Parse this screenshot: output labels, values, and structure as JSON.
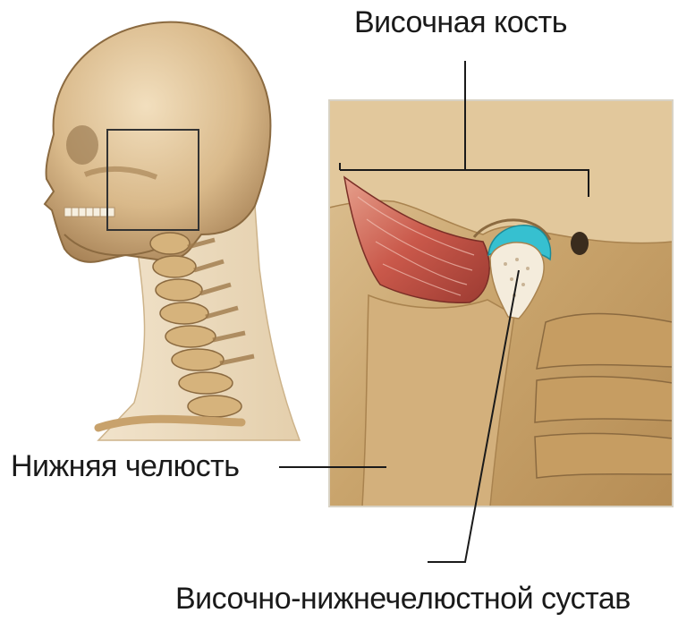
{
  "labels": {
    "temporal_bone": "Височная кость",
    "mandible": "Нижняя челюсть",
    "tmj": "Височно-нижнечелюстной сустав"
  },
  "colors": {
    "bone": "#d8b88a",
    "bone_dark": "#a9834f",
    "muscle": "#c9584a",
    "cartilage": "#36c0d0",
    "line": "#1a1a1a"
  }
}
